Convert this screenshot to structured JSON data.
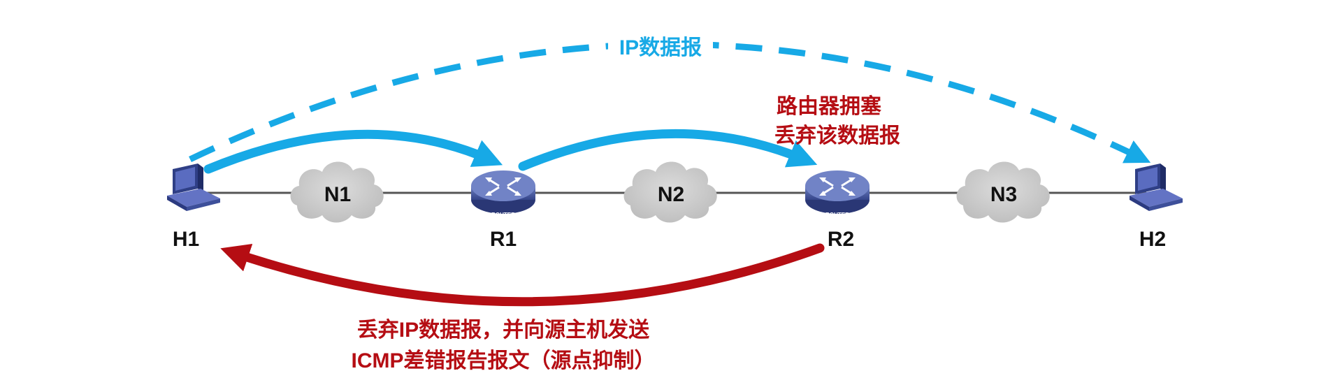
{
  "colors": {
    "blue": "#17a9e6",
    "red": "#b50d13",
    "link": "#555555",
    "cloud": "#c9c9c9",
    "router": "#4a5d9e",
    "host": "#3d4f9a"
  },
  "nodes": {
    "h1": {
      "label": "H1",
      "icon": "computer-icon"
    },
    "r1": {
      "label": "R1",
      "icon": "router-icon",
      "badge": "ROUTER"
    },
    "r2": {
      "label": "R2",
      "icon": "router-icon",
      "badge": "ROUTER"
    },
    "h2": {
      "label": "H2",
      "icon": "computer-icon"
    }
  },
  "networks": {
    "n1": {
      "label": "N1",
      "icon": "cloud-icon"
    },
    "n2": {
      "label": "N2",
      "icon": "cloud-icon"
    },
    "n3": {
      "label": "N3",
      "icon": "cloud-icon"
    }
  },
  "annotations": {
    "ip_datagram": "IP数据报",
    "congestion_line1": "路由器拥塞",
    "congestion_line2": "丢弃该数据报",
    "icmp_line1": "丢弃IP数据报，并向源主机发送",
    "icmp_line2": "ICMP差错报告报文（源点抑制）"
  }
}
